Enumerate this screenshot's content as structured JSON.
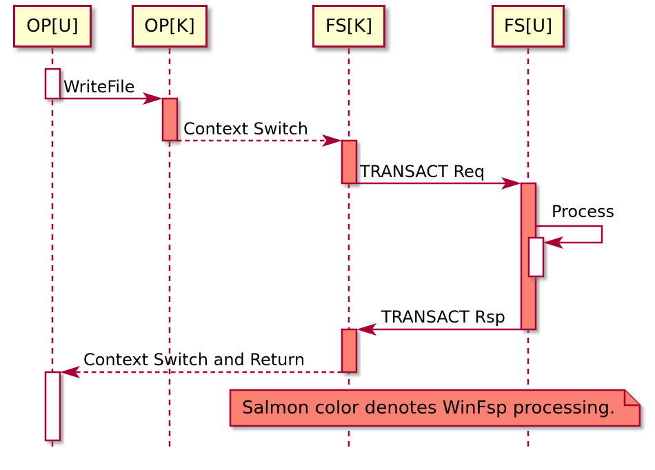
{
  "colors": {
    "line": "#A80036",
    "salmon": "#FA8072",
    "participant_fill": "#FEFECE",
    "activation_white": "#FFFFFF",
    "text": "#000000",
    "background": "#FFFFFF"
  },
  "participants": [
    {
      "label": "OP[U]"
    },
    {
      "label": "OP[K]"
    },
    {
      "label": "FS[K]"
    },
    {
      "label": "FS[U]"
    }
  ],
  "messages": [
    {
      "label": "WriteFile",
      "from": "OP[U]",
      "to": "OP[K]",
      "line": "solid"
    },
    {
      "label": "Context Switch",
      "from": "OP[K]",
      "to": "FS[K]",
      "line": "dashed"
    },
    {
      "label": "TRANSACT Req",
      "from": "FS[K]",
      "to": "FS[U]",
      "line": "solid"
    },
    {
      "label": "Process",
      "from": "FS[U]",
      "to": "FS[U]",
      "line": "solid-self"
    },
    {
      "label": "TRANSACT Rsp",
      "from": "FS[U]",
      "to": "FS[K]",
      "line": "solid"
    },
    {
      "label": "Context Switch and Return",
      "from": "FS[K]",
      "to": "OP[U]",
      "line": "dashed"
    }
  ],
  "note": {
    "text": "Salmon color denotes WinFsp processing."
  }
}
